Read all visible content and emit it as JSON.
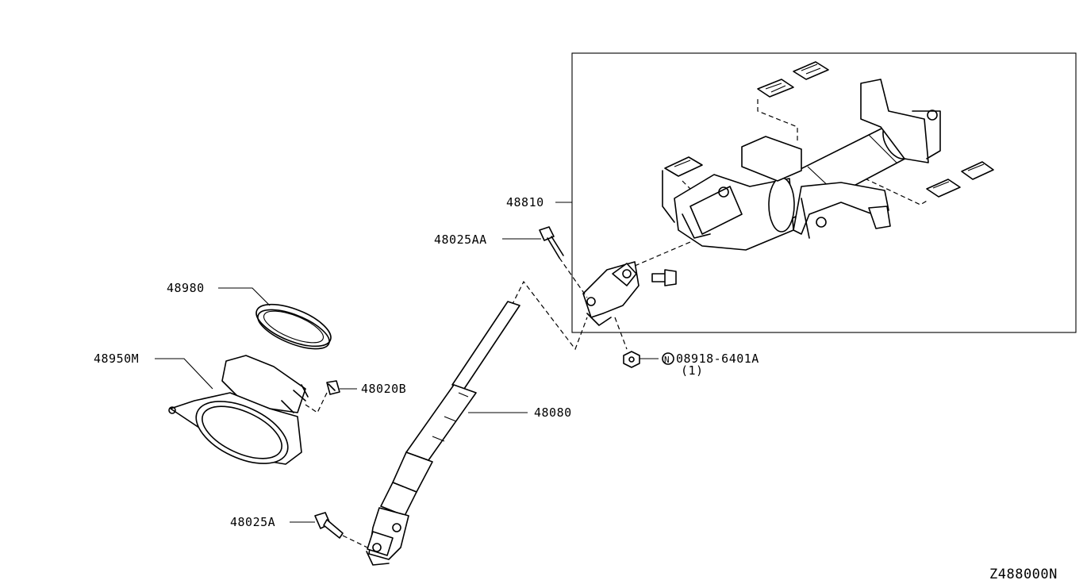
{
  "diagram_code": "Z488000N",
  "callouts": {
    "column_assembly": "48810",
    "bolt_upper": "48025AA",
    "hole_cover_seal": "48980",
    "hole_cover": "48950M",
    "clip": "48020B",
    "lower_joint_shaft": "48080",
    "bolt_lower": "48025A",
    "nut": "08918-6401A",
    "nut_qty": "(1)",
    "nut_prefix": "N"
  }
}
